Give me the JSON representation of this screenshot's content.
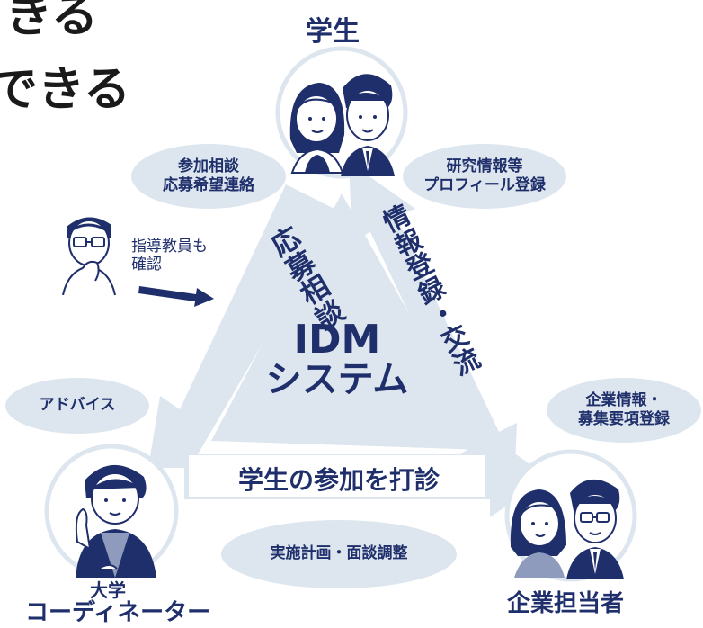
{
  "headline": {
    "line1": "きる",
    "line2": "できる"
  },
  "roles": {
    "students": "学生",
    "coordinator_line1": "大学",
    "coordinator_line2": "コーディネーター",
    "company": "企業担当者"
  },
  "system": {
    "line1": "IDM",
    "line2": "システム"
  },
  "bubbles": {
    "consult": "参加相談\n応募希望連絡",
    "research": "研究情報等\nプロフィール登録",
    "advice": "アドバイス",
    "company_info": "企業情報・\n募集要項登録",
    "schedule": "実施計画・面談調整"
  },
  "arrows": {
    "left": [
      "応",
      "募",
      "相",
      "談"
    ],
    "right": [
      "情",
      "報",
      "登",
      "録",
      "・",
      "交",
      "流"
    ],
    "bottom": "学生の参加を打診"
  },
  "advisor_note": {
    "line1": "指導教員も",
    "line2": "確認"
  },
  "colors": {
    "navy": "#1f2f6b",
    "arrow": "#dde6ee",
    "bubble": "#dde6ee",
    "text": "#1a1a1a",
    "skin": "#ffffff"
  }
}
